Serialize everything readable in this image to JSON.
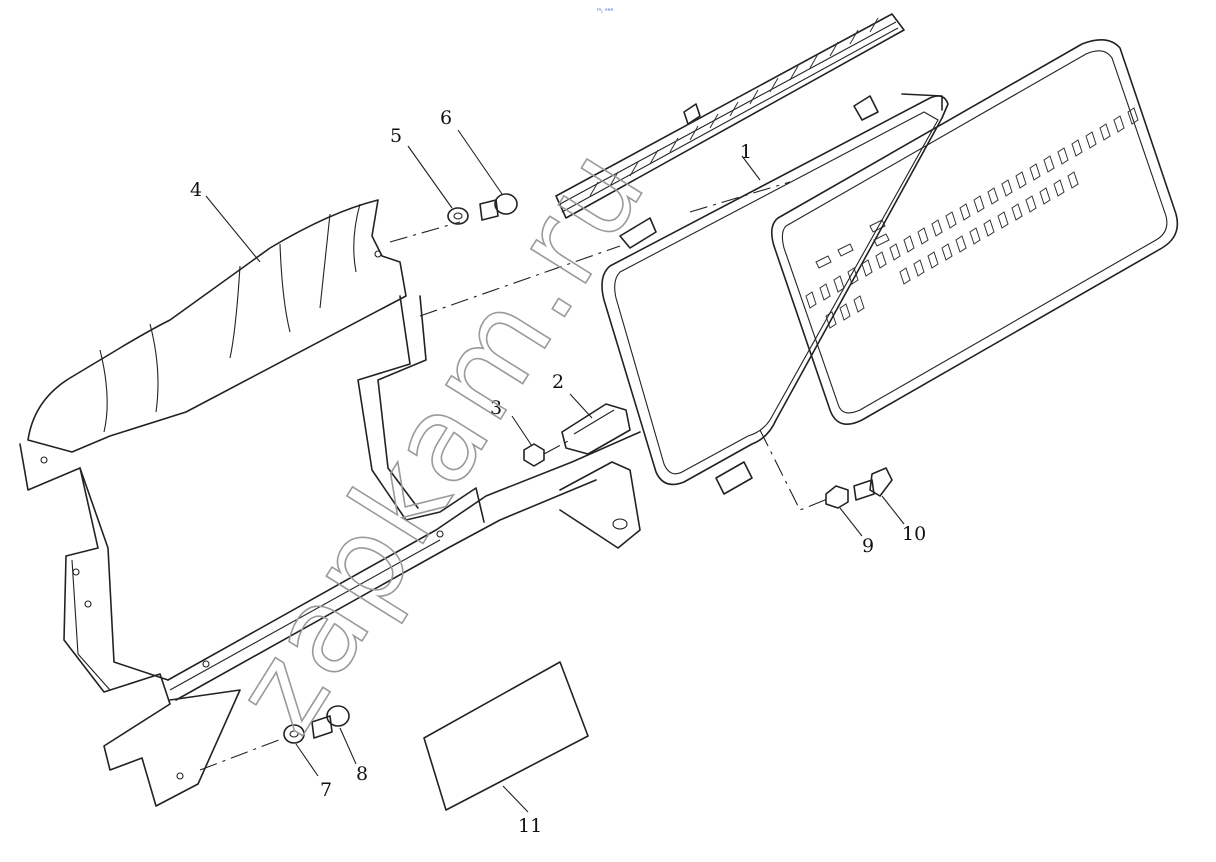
{
  "header": {
    "mark": "ᵐᵢ ᵒᵒᵒ"
  },
  "watermark": "zapkam.ru",
  "callouts": [
    "1",
    "2",
    "3",
    "4",
    "5",
    "6",
    "7",
    "8",
    "9",
    "10",
    "11"
  ],
  "colors": {
    "line": "#222222",
    "background": "#ffffff",
    "watermark": "#9a9a9a",
    "mark": "#1a3fbf"
  }
}
